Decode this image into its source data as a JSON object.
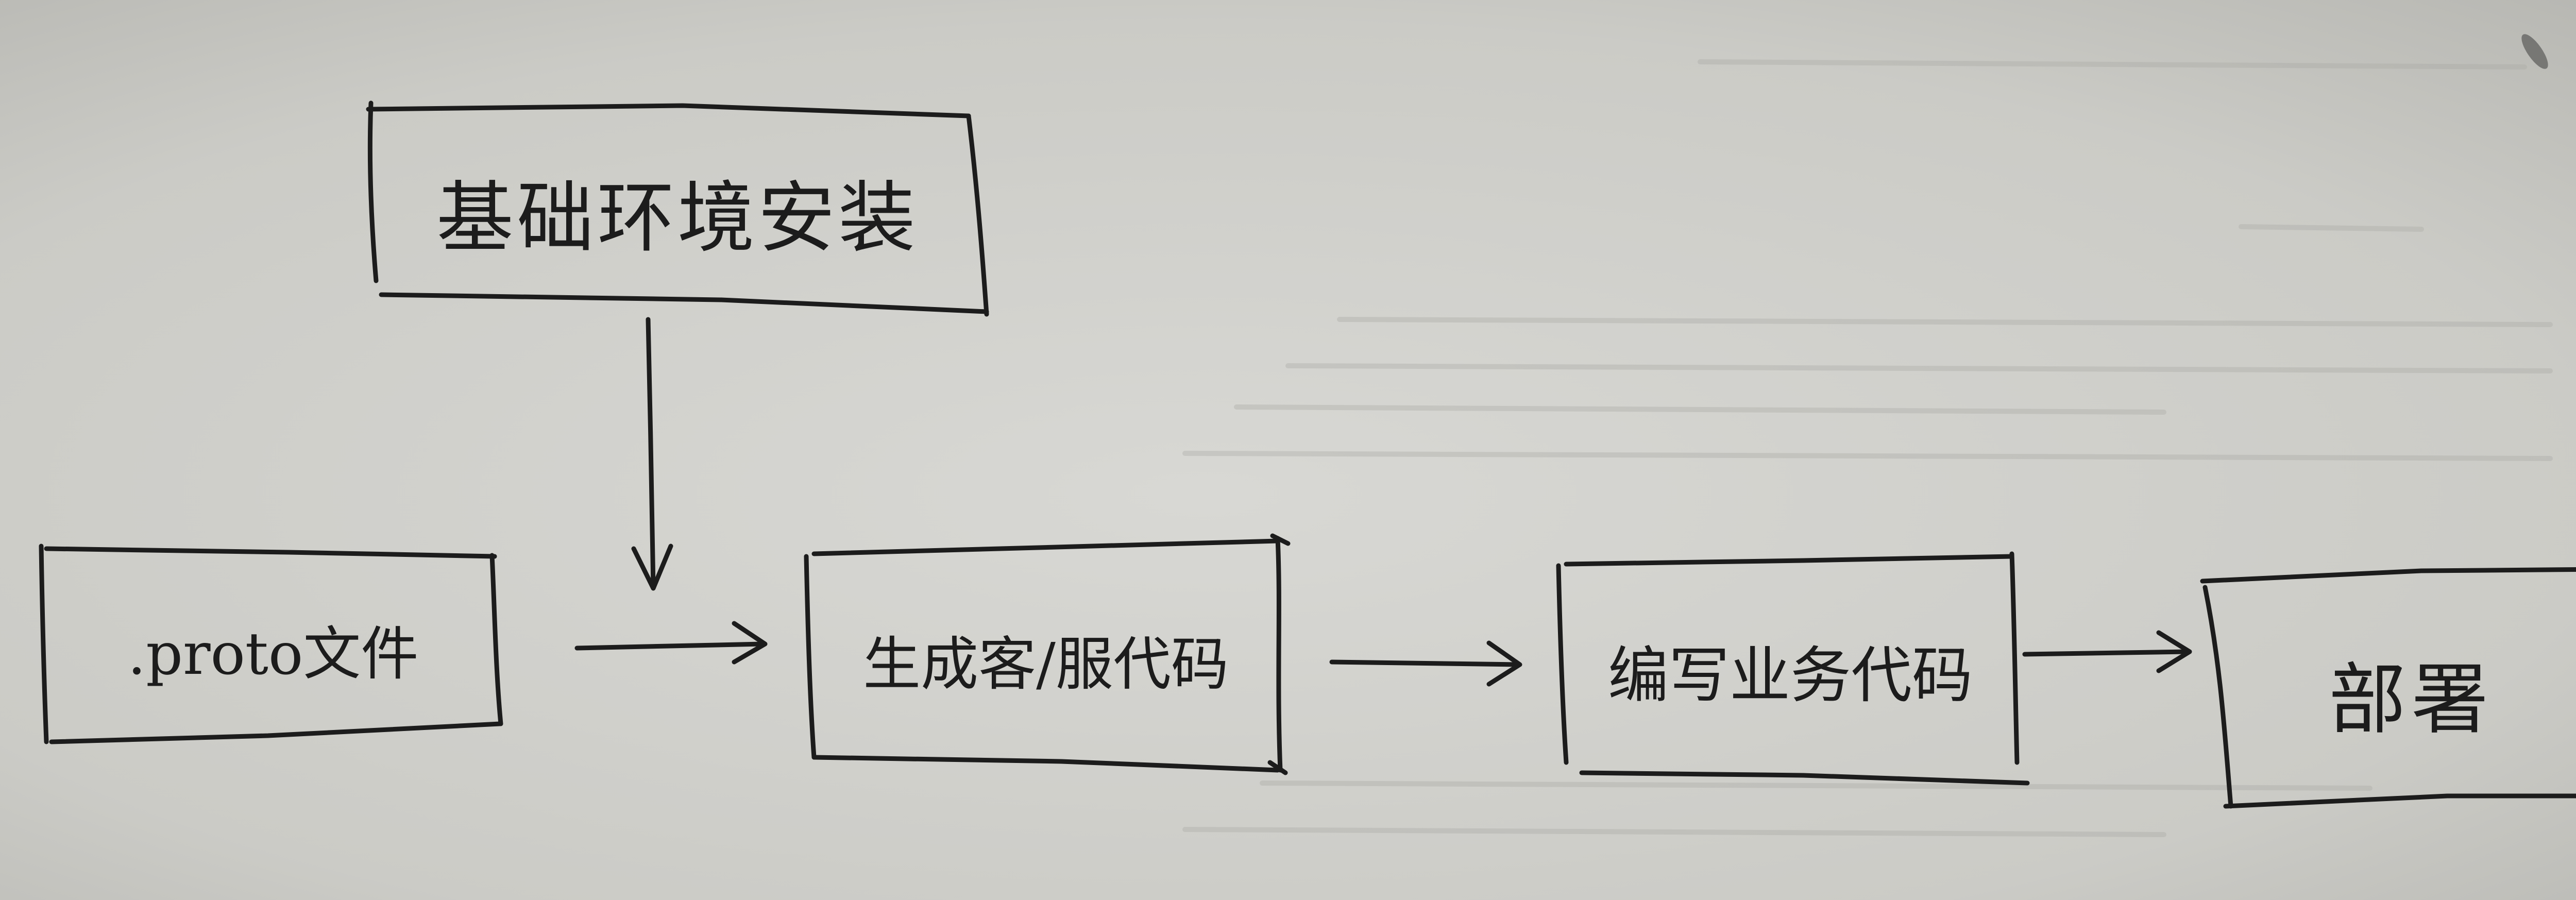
{
  "diagram": {
    "nodes": {
      "env_install": {
        "label": "基础环境安装"
      },
      "proto_file": {
        "label": ".proto文件"
      },
      "generate_code": {
        "label": "生成客/服代码"
      },
      "write_code": {
        "label": "编写业务代码"
      },
      "deploy": {
        "label": "部署"
      }
    },
    "edges": [
      {
        "from": "env_install",
        "to": "generate_code"
      },
      {
        "from": "proto_file",
        "to": "generate_code"
      },
      {
        "from": "generate_code",
        "to": "write_code"
      },
      {
        "from": "write_code",
        "to": "deploy"
      }
    ]
  },
  "colors": {
    "paper": "#cfcfcb",
    "ink": "#1c1c1c"
  }
}
